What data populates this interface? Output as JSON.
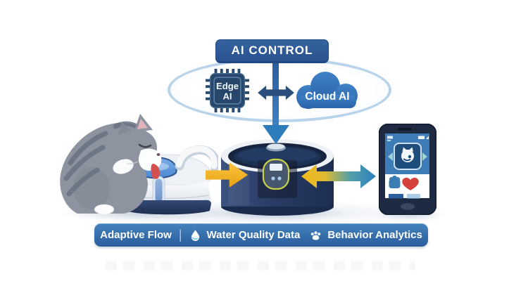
{
  "header": {
    "title": "AI CONTROL"
  },
  "ai_layer": {
    "edge_chip_line1": "Edge",
    "edge_chip_line2": "AI",
    "cloud_label": "Cloud AI"
  },
  "feature_bar": {
    "adaptive_flow": "Adaptive Flow",
    "separator": "|",
    "water_quality": "Water Quality Data",
    "behavior_analytics": "Behavior Analytics"
  },
  "icons": {
    "edge": "microchip-icon",
    "cloud": "cloud-icon",
    "water_quality": "water-droplet-icon",
    "behavior": "paw-print-icon",
    "phone_health": "heart-icon",
    "phone_pet": "pet-icon",
    "app_logo": "cat-app-icon"
  },
  "colors": {
    "primary_blue": "#2c5d9e",
    "cloud_blue": "#2f6cb0",
    "loop_outline": "#b9d4ea",
    "device_navy": "#22345c",
    "arrow_yellow": "#f2b31f",
    "arrow_blue": "#2b80c0",
    "heart_red": "#d6403c",
    "panel_accent": "#c8d14b"
  }
}
